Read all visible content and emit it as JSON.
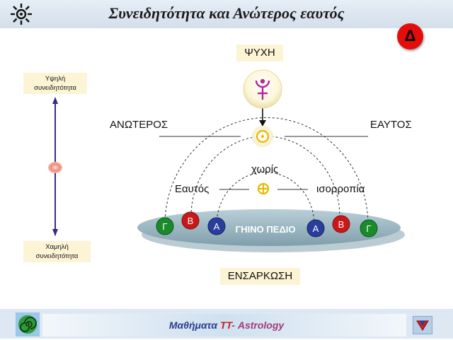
{
  "header": {
    "title": "Συνειδητότητα και Ανώτερος εαυτός",
    "badge": "Δ"
  },
  "diagram": {
    "top_label": "ΨΥΧΗ",
    "bottom_label": "ΕΝΣΑΡΚΩΣΗ",
    "upper_left": "ΑΝΩΤΕΡΟΣ",
    "upper_right": "ΕΑΥΤΟΣ",
    "middle_top": "χωρίς",
    "middle_left": "Εαυτός",
    "middle_right": "ισορροπία",
    "field_label": "ΓΗΙΝΟ ΠΕΔΙΟ",
    "circles": [
      {
        "label": "Γ",
        "color": "#1a8a2a"
      },
      {
        "label": "Β",
        "color": "#c8181a"
      },
      {
        "label": "Α",
        "color": "#2a3d9c"
      },
      {
        "label": "Α",
        "color": "#2a3d9c"
      },
      {
        "label": "Β",
        "color": "#c8181a"
      },
      {
        "label": "Γ",
        "color": "#1a8a2a"
      }
    ],
    "planet_symbols": {
      "top": "pluto-symbol",
      "middle": "sun-symbol",
      "lower": "earth-symbol"
    }
  },
  "scale": {
    "top_line1": "Υψηλή",
    "top_line2": "συνειδητότητα",
    "bottom_line1": "Χαμηλή",
    "bottom_line2": "συνειδητότητα"
  },
  "footer": {
    "part1": "Μαθήματα ",
    "part2": "ΤΤ",
    "part3": "- Astrology"
  }
}
